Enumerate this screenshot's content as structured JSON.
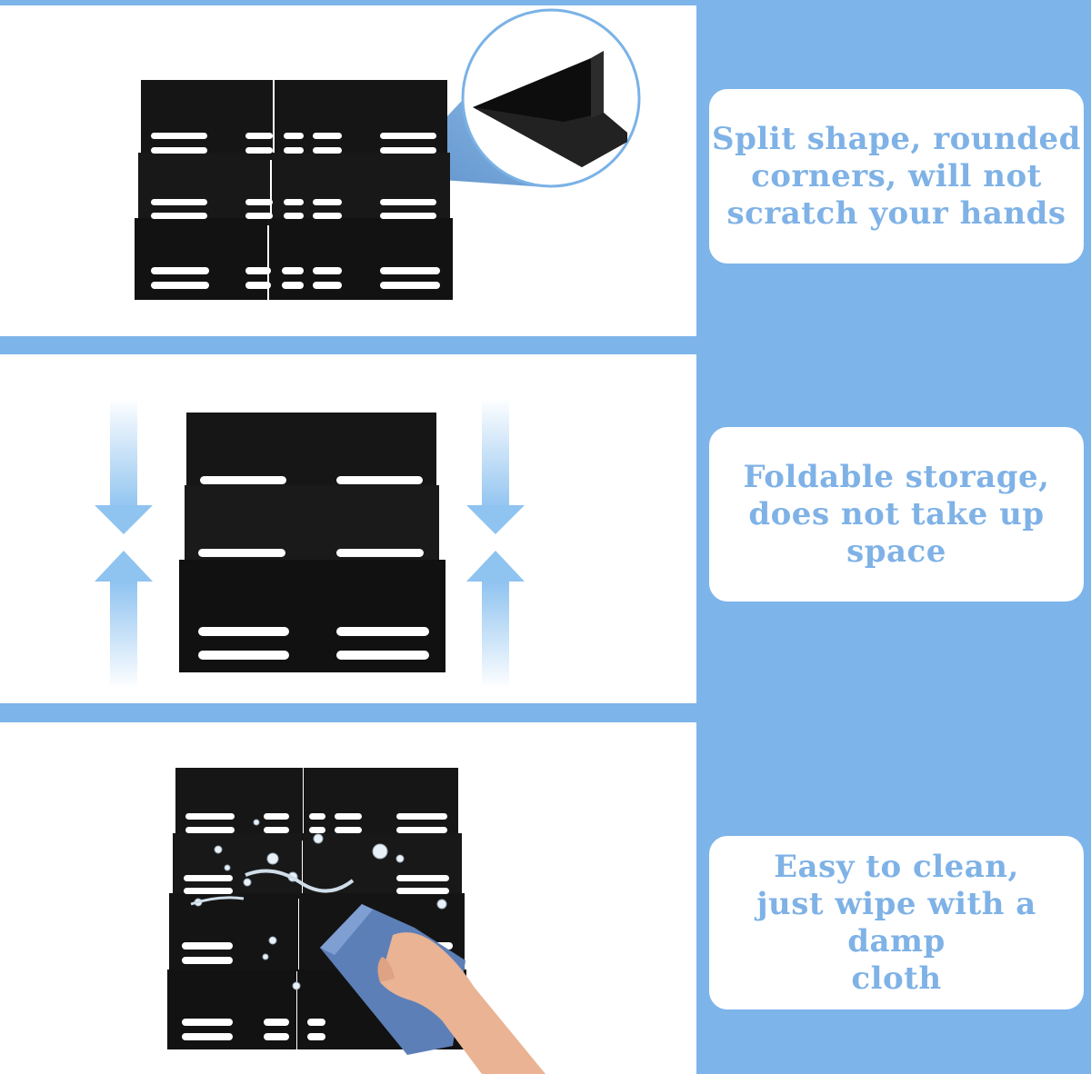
{
  "colors": {
    "background": "#7db4ea",
    "panel": "#ffffff",
    "text": "#7fb2e6",
    "product": "#111111",
    "arrow": "#8fc3f0"
  },
  "features": [
    {
      "text": "Split shape, rounded\ncorners, will not\n scratch your hands",
      "image": "split-shape-closeup"
    },
    {
      "text": "Foldable storage,\ndoes not take up space",
      "image": "folding-arrows"
    },
    {
      "text": "Easy to clean,\njust wipe with a damp\ncloth",
      "image": "wiping-cloth"
    }
  ],
  "icons": [
    "magnifier-callout",
    "down-arrow-icon",
    "up-arrow-icon",
    "water-splash",
    "hand-with-cloth"
  ]
}
